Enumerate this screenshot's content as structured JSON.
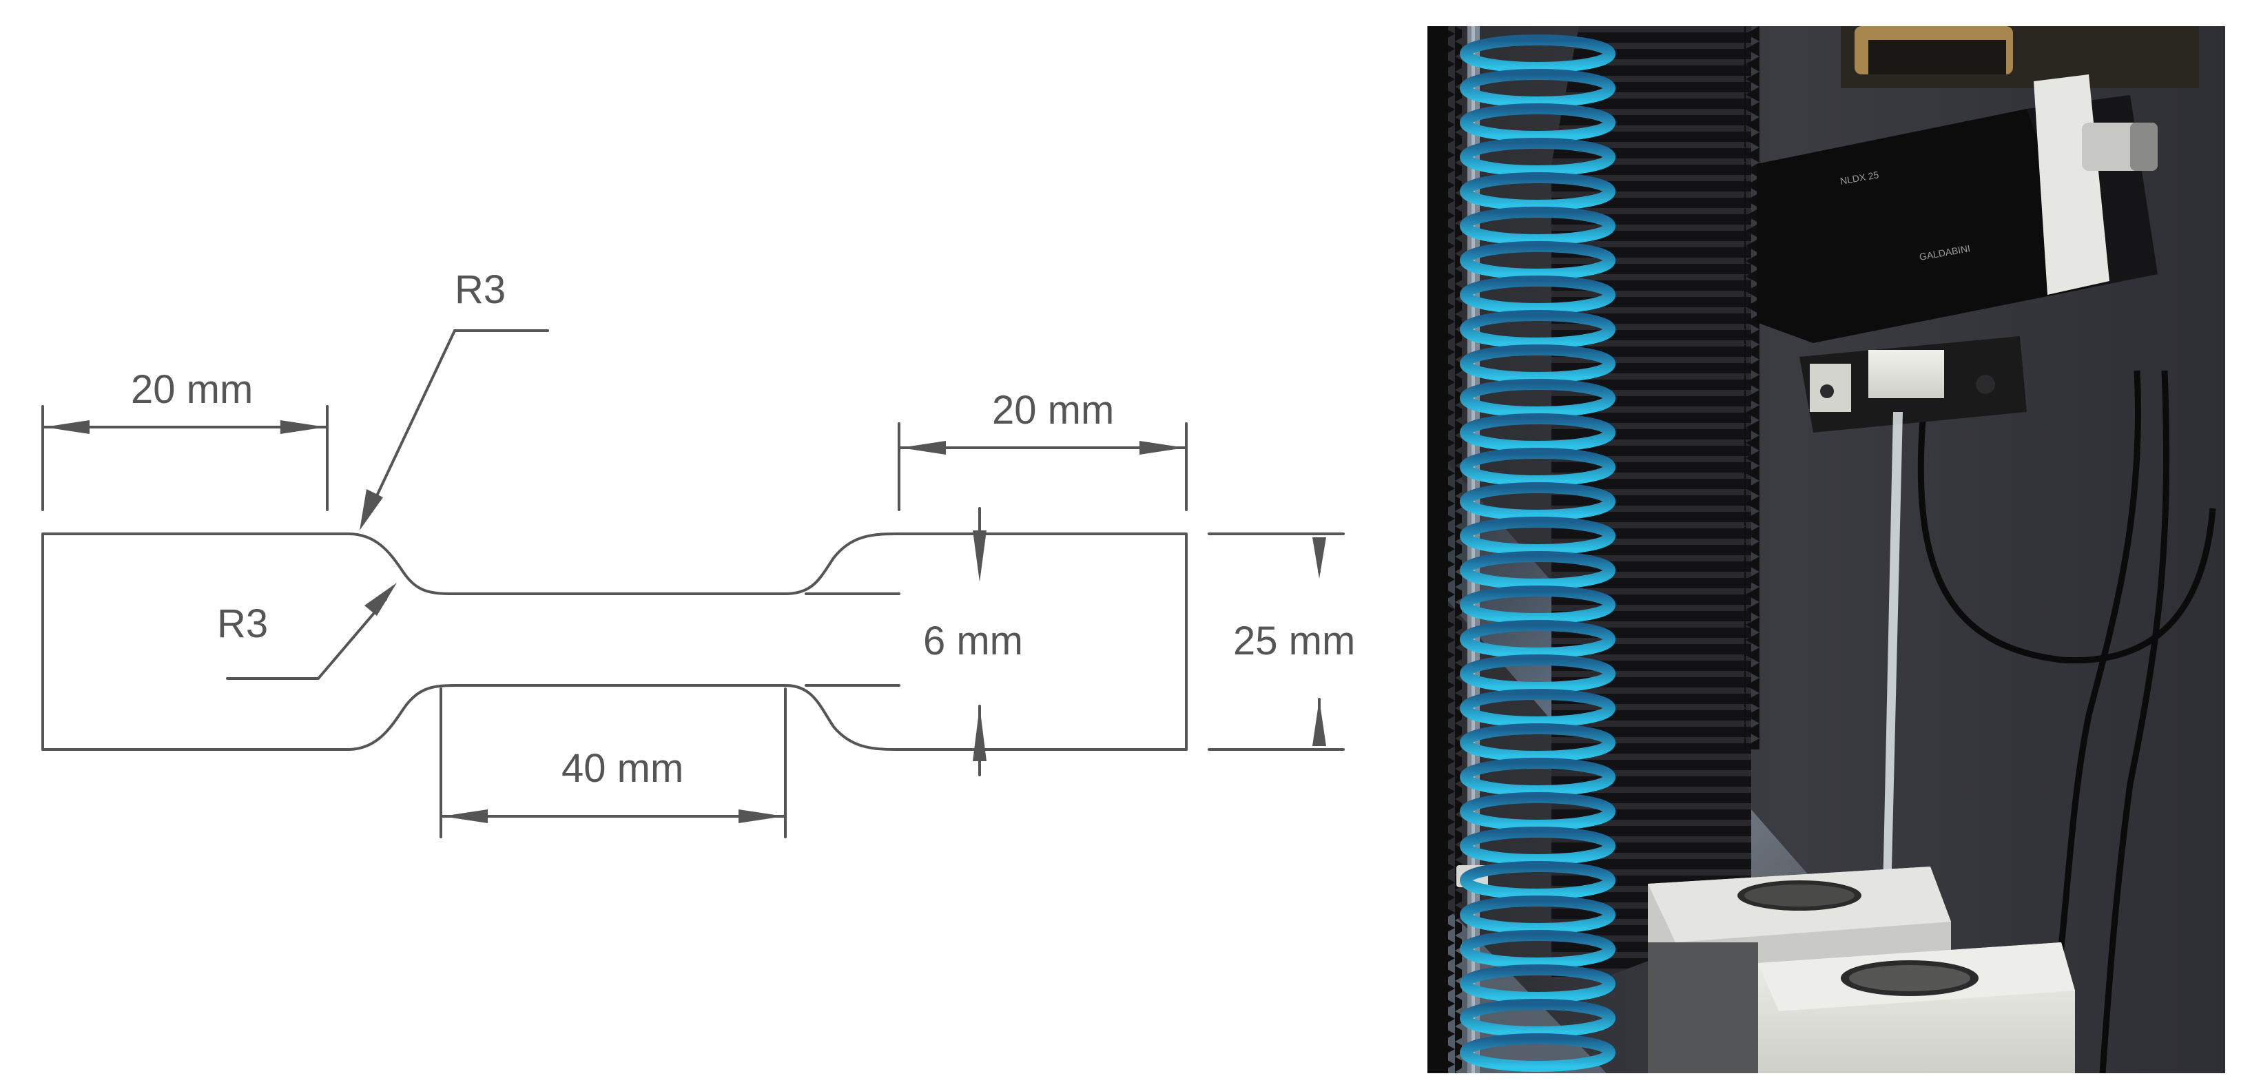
{
  "drawing": {
    "labels": {
      "top_left_width": "20 mm",
      "top_right_width": "20 mm",
      "gauge_length": "40 mm",
      "neck_width": "6 mm",
      "overall_width": "25 mm",
      "fillet_top": "R3",
      "fillet_inner": "R3"
    },
    "colors": {
      "line": "#555555",
      "text": "#555555"
    }
  },
  "photo": {
    "cell_brand": "GALDABINI",
    "cell_model": "NLDX 25",
    "colors": {
      "background": "#1a1a1c",
      "coil": "#1fa8d6",
      "frame": "#2a2a2c",
      "grip": "#e8e8e4",
      "wall": "#3a3b40"
    }
  }
}
